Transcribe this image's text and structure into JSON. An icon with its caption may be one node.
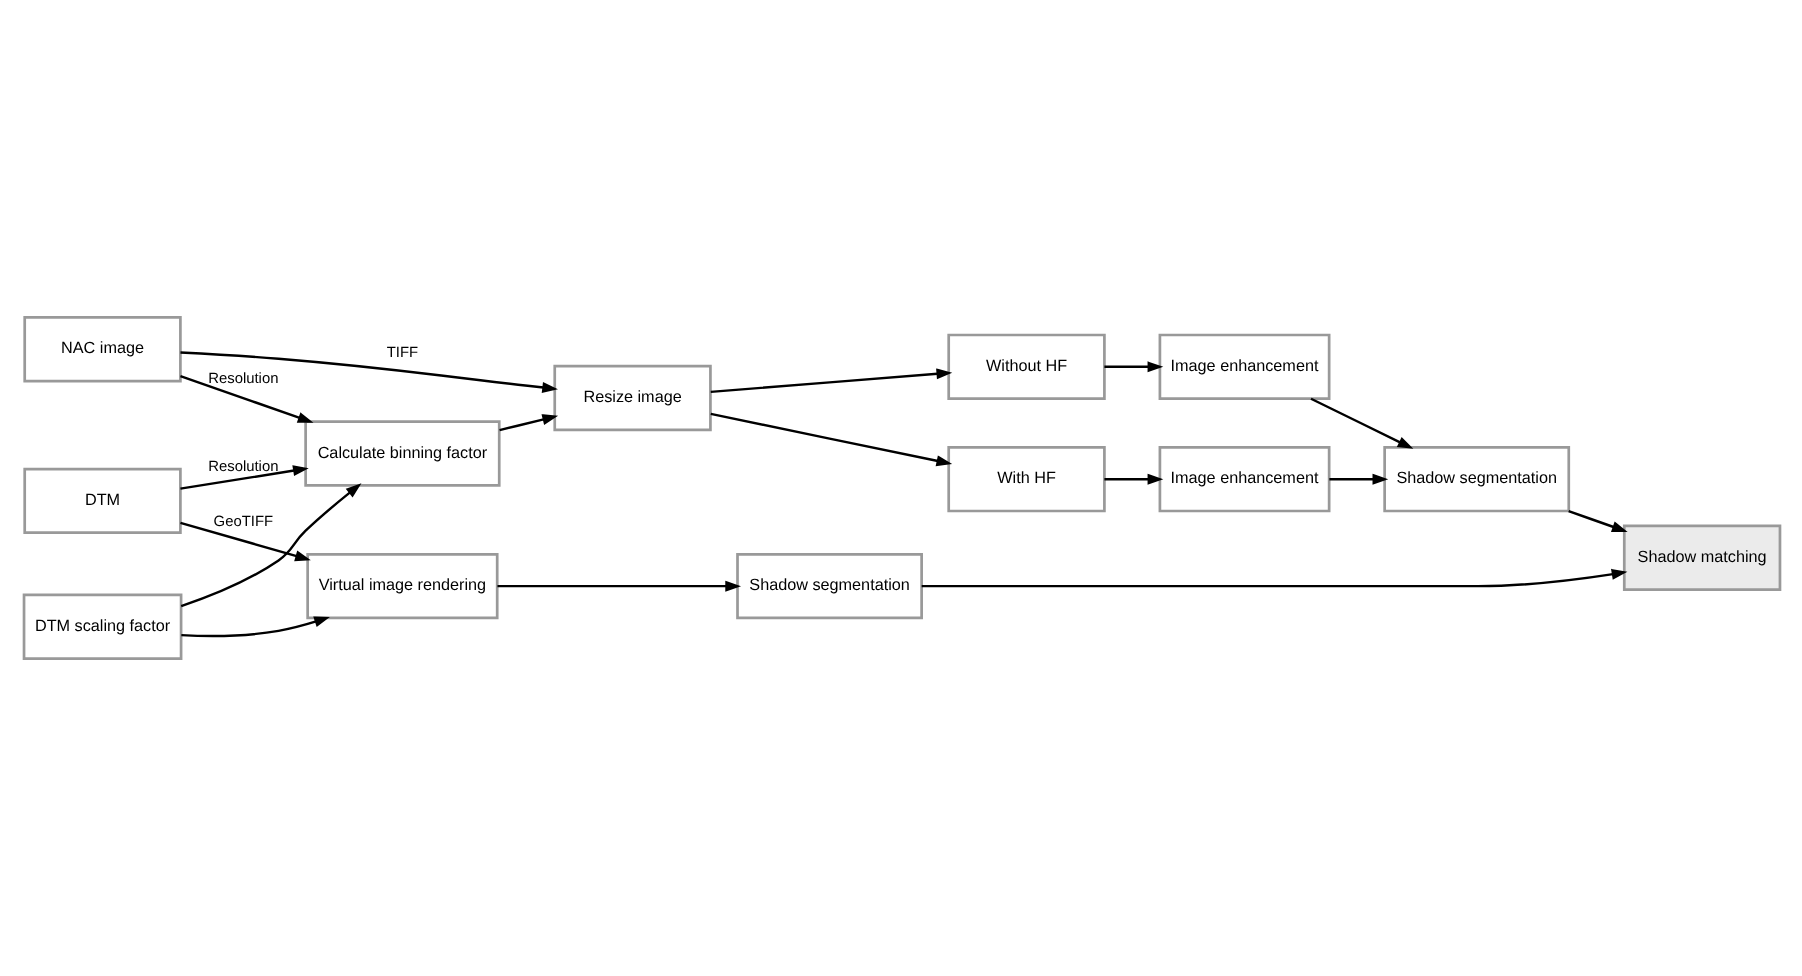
{
  "diagram": {
    "nodes": [
      {
        "text": [
          "NAC image"
        ]
      },
      {
        "text": [
          "Resize image"
        ]
      },
      {
        "text": [
          "Without HF"
        ]
      },
      {
        "text": [
          "Image enhancement"
        ]
      },
      {
        "text": [
          "Shadow segmentation"
        ]
      },
      {
        "text": [
          "With HF"
        ]
      },
      {
        "text": [
          "Image enhancement"
        ]
      },
      {
        "text": [
          "Calculate binning factor"
        ]
      },
      {
        "text": [
          "DTM scaling factor"
        ]
      },
      {
        "text": [
          "Shadow matching"
        ]
      },
      {
        "text": [
          "DTM"
        ]
      },
      {
        "text": [
          "Virtual image rendering"
        ]
      },
      {
        "text": [
          "Shadow segmentation"
        ]
      }
    ],
    "edges": [
      {
        "from": 0,
        "to": 1,
        "arrow": "to",
        "label": "TIFF"
      },
      {
        "from": 1,
        "to": 2,
        "arrow": "to"
      },
      {
        "from": 1,
        "to": 5,
        "arrow": "to"
      },
      {
        "from": 2,
        "to": 3,
        "arrow": "to"
      },
      {
        "from": 5,
        "to": 6,
        "arrow": "to"
      },
      {
        "from": 3,
        "to": 4,
        "arrow": "to"
      },
      {
        "from": 6,
        "to": 4,
        "arrow": "to"
      },
      {
        "from": 4,
        "to": 9,
        "arrow": "to"
      },
      {
        "from": 0,
        "to": 7,
        "arrow": "to",
        "label": "Resolution"
      },
      {
        "from": 7,
        "to": 1,
        "arrow": "to"
      },
      {
        "from": 8,
        "to": 7,
        "arrow": "to"
      },
      {
        "from": 10,
        "to": 7,
        "arrow": "to",
        "label": "Resolution"
      },
      {
        "from": 8,
        "to": 11,
        "arrow": "to"
      },
      {
        "from": 10,
        "to": 11,
        "arrow": "to",
        "label": "GeoTIFF"
      },
      {
        "from": 11,
        "to": 12,
        "arrow": "to"
      },
      {
        "from": 12,
        "to": 9,
        "arrow": "to"
      }
    ]
  }
}
